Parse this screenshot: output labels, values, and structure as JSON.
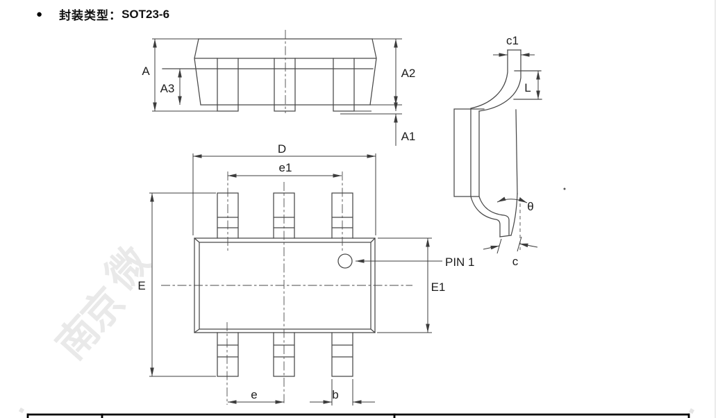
{
  "page": {
    "title_bullet": "●",
    "title_label": "封装类型：",
    "title_value": "SOT23-6"
  },
  "drawing": {
    "dim_labels": {
      "A": "A",
      "A1": "A1",
      "A2": "A2",
      "A3": "A3",
      "D": "D",
      "E": "E",
      "E1": "E1",
      "e": "e",
      "e1": "e1",
      "b": "b",
      "c": "c",
      "c1": "c1",
      "L": "L",
      "theta": "θ"
    },
    "pin1_label": "PIN 1"
  },
  "watermark": {
    "chars": [
      "南",
      "京",
      "微"
    ]
  },
  "colors": {
    "drawing_line": "#474747",
    "dim_line": "#3c3c3c",
    "label_text": "#1c1c1c",
    "table_border": "#000000",
    "watermark": "rgba(0,0,0,0.085)",
    "page_edge_line": "#dcdcdc",
    "background": "#ffffff"
  }
}
